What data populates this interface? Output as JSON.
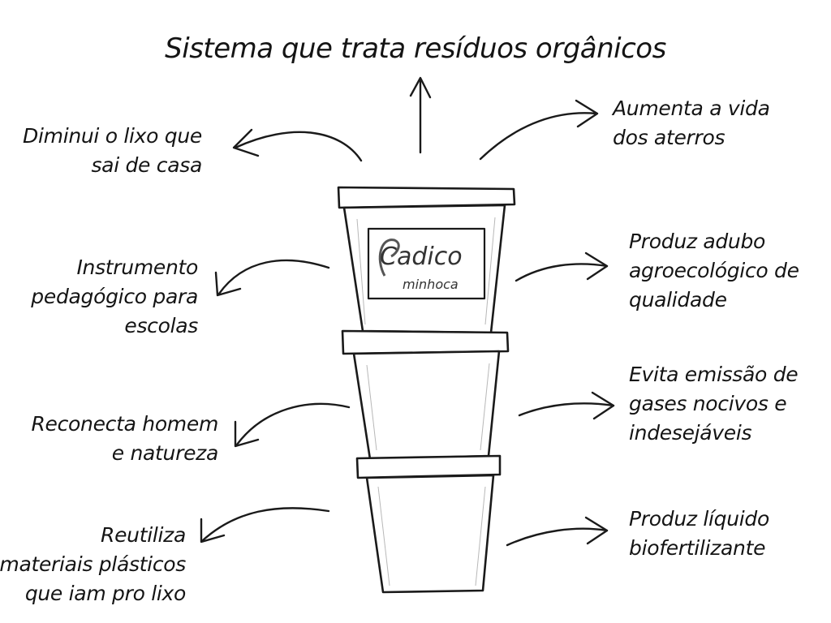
{
  "title": "Sistema que trata resíduos orgânicos",
  "box_label": {
    "line1": "Cadico",
    "line2": "minhoca"
  },
  "left_benefits": [
    {
      "lines": [
        "Diminui o lixo que",
        "sai de casa"
      ]
    },
    {
      "lines": [
        "Instrumento",
        "pedagógico para",
        "escolas"
      ]
    },
    {
      "lines": [
        "Reconecta homem",
        "e natureza"
      ]
    },
    {
      "lines": [
        "Reutiliza",
        "materiais plásticos",
        "que iam pro lixo"
      ]
    }
  ],
  "right_benefits": [
    {
      "lines": [
        "Aumenta a vida",
        "dos aterros"
      ]
    },
    {
      "lines": [
        "Produz  adubo",
        "agroecológico de",
        "qualidade"
      ]
    },
    {
      "lines": [
        "Evita emissão de",
        "gases nocivos e",
        "indesejáveis"
      ]
    },
    {
      "lines": [
        "Produz líquido",
        "biofertilizante"
      ]
    }
  ]
}
